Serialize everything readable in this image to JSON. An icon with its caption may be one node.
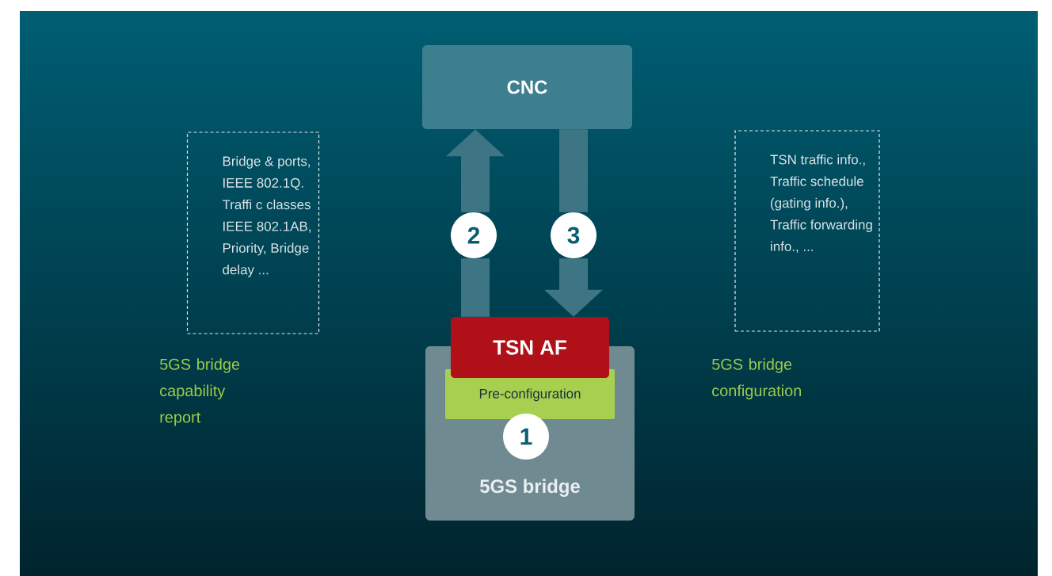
{
  "diagram": {
    "nodes": [
      {
        "text": [
          "CNC"
        ]
      },
      {
        "text": [
          "5GS bridge"
        ]
      },
      {
        "text": [
          "TSN AF"
        ]
      },
      {
        "text": [
          "Pre-configuration"
        ],
        "in": 1
      },
      {
        "text": [
          "1"
        ],
        "in": 1
      },
      {
        "text": [
          "Bridge & ports, IEEE 802.1Q. Traffi c classes IEEE 802.1AB, Priority, Bridge delay ..."
        ]
      },
      {
        "text": [
          "TSN traffic info., Traffic schedule (gating info.), Traffic forwarding info., ..."
        ]
      },
      {
        "text": [
          "2"
        ]
      },
      {
        "text": [
          "3"
        ]
      }
    ],
    "edges": [
      {
        "from": 2,
        "to": 7,
        "arrow": "none"
      },
      {
        "from": 7,
        "to": 0,
        "arrow": "to"
      },
      {
        "from": 0,
        "to": 8,
        "arrow": "none"
      },
      {
        "from": 8,
        "to": 2,
        "arrow": "to"
      }
    ],
    "labels": [
      "5GS bridge capability report",
      "5GS bridge configuration"
    ]
  }
}
